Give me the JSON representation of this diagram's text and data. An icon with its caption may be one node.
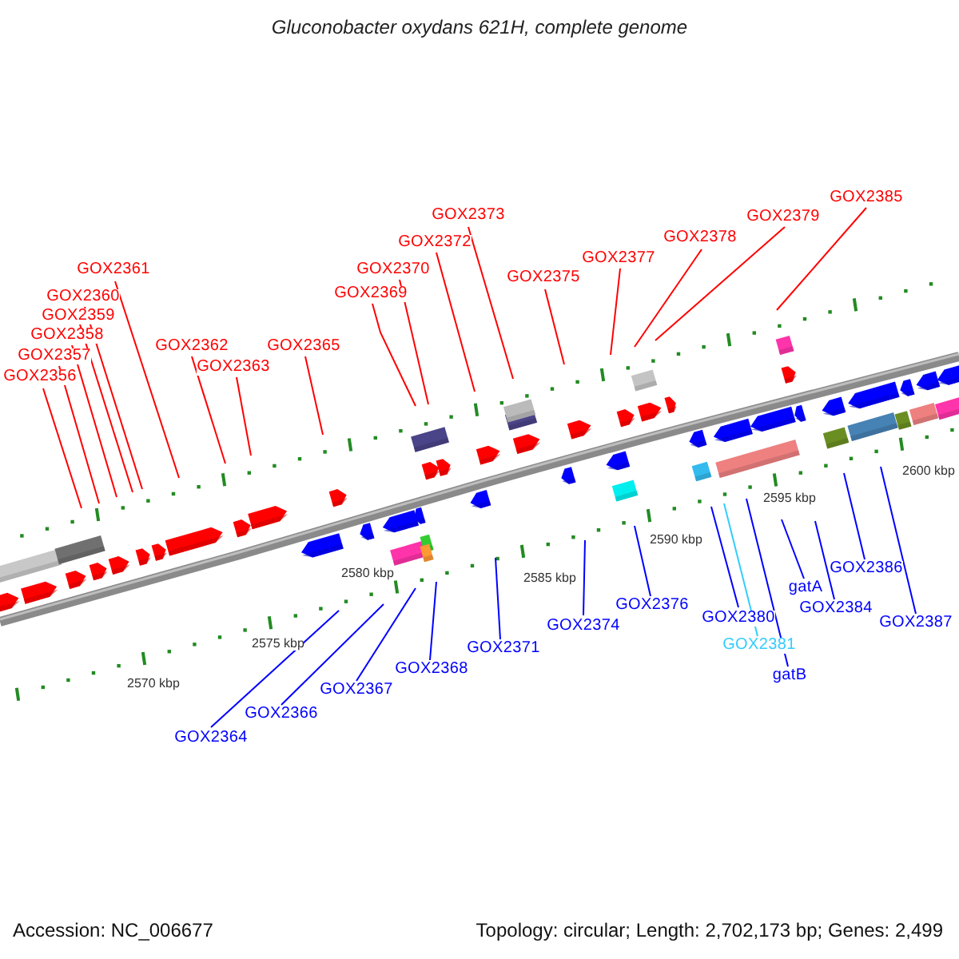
{
  "diagram": {
    "title": "Gluconobacter oxydans 621H, complete genome",
    "nodes": [
      {
        "text": [
          "GOX2356"
        ]
      },
      {
        "text": [
          "GOX2357"
        ]
      },
      {
        "text": [
          "GOX2358"
        ]
      },
      {
        "text": [
          "GOX2359"
        ]
      },
      {
        "text": [
          "GOX2360"
        ]
      },
      {
        "text": [
          "GOX2361"
        ]
      },
      {
        "text": [
          "GOX2362"
        ]
      },
      {
        "text": [
          "GOX2363"
        ]
      },
      {
        "text": [
          "GOX2364"
        ]
      },
      {
        "text": [
          "GOX2365"
        ]
      },
      {
        "text": [
          "GOX2366"
        ]
      },
      {
        "text": [
          "GOX2367"
        ]
      },
      {
        "text": [
          "GOX2368"
        ]
      },
      {
        "text": [
          "GOX2369"
        ]
      },
      {
        "text": [
          "GOX2370"
        ]
      },
      {
        "text": [
          "GOX2371"
        ]
      },
      {
        "text": [
          "GOX2372"
        ]
      },
      {
        "text": [
          "GOX2373"
        ]
      },
      {
        "text": [
          "GOX2374"
        ]
      },
      {
        "text": [
          "GOX2375"
        ]
      },
      {
        "text": [
          "GOX2376"
        ]
      },
      {
        "text": [
          "GOX2377"
        ]
      },
      {
        "text": [
          "GOX2378"
        ]
      },
      {
        "text": [
          "GOX2379"
        ]
      },
      {
        "text": [
          "GOX2380"
        ]
      },
      {
        "text": [
          "GOX2381"
        ]
      },
      {
        "text": [
          "gatB"
        ]
      },
      {
        "text": [
          "gatA"
        ]
      },
      {
        "text": [
          "GOX2384"
        ]
      },
      {
        "text": [
          "GOX2385"
        ]
      },
      {
        "text": [
          "GOX2386"
        ]
      },
      {
        "text": [
          "GOX2387"
        ]
      }
    ],
    "edges": [
      {
        "from": 0,
        "to": null,
        "arrow": "none"
      },
      {
        "from": 1,
        "to": null,
        "arrow": "none"
      },
      {
        "from": 2,
        "to": null,
        "arrow": "none"
      },
      {
        "from": 3,
        "to": null,
        "arrow": "none"
      },
      {
        "from": 4,
        "to": null,
        "arrow": "none"
      },
      {
        "from": 5,
        "to": null,
        "arrow": "none"
      },
      {
        "from": 6,
        "to": null,
        "arrow": "none"
      },
      {
        "from": 7,
        "to": null,
        "arrow": "none"
      },
      {
        "from": 8,
        "to": null,
        "arrow": "none",
        "color": "#0000ff"
      },
      {
        "from": 9,
        "to": null,
        "arrow": "none"
      },
      {
        "from": 10,
        "to": null,
        "arrow": "none",
        "color": "#0000ff"
      },
      {
        "from": 11,
        "to": null,
        "arrow": "none",
        "color": "#0000ff"
      },
      {
        "from": 12,
        "to": null,
        "arrow": "none",
        "color": "#0000ff"
      },
      {
        "from": 13,
        "to": null,
        "arrow": "none"
      },
      {
        "from": 14,
        "to": null,
        "arrow": "none"
      },
      {
        "from": 15,
        "to": null,
        "arrow": "none",
        "color": "#0000ff"
      },
      {
        "from": 16,
        "to": null,
        "arrow": "none"
      },
      {
        "from": 17,
        "to": null,
        "arrow": "none"
      },
      {
        "from": 18,
        "to": null,
        "arrow": "none",
        "color": "#0000ff"
      },
      {
        "from": 19,
        "to": null,
        "arrow": "none"
      },
      {
        "from": 20,
        "to": null,
        "arrow": "none",
        "color": "#0000ff"
      },
      {
        "from": 21,
        "to": null,
        "arrow": "none"
      },
      {
        "from": 22,
        "to": null,
        "arrow": "none"
      },
      {
        "from": 23,
        "to": null,
        "arrow": "none"
      },
      {
        "from": 24,
        "to": null,
        "arrow": "none",
        "color": "#0000ff"
      },
      {
        "from": 25,
        "to": null,
        "arrow": "none",
        "color": "#33ccff"
      },
      {
        "from": 26,
        "to": null,
        "arrow": "none",
        "color": "#0000ff"
      },
      {
        "from": 27,
        "to": null,
        "arrow": "none",
        "color": "#0000ff"
      },
      {
        "from": 28,
        "to": null,
        "arrow": "none",
        "color": "#0000ff"
      },
      {
        "from": 29,
        "to": null,
        "arrow": "none"
      },
      {
        "from": 30,
        "to": null,
        "arrow": "none",
        "color": "#0000ff"
      },
      {
        "from": 31,
        "to": null,
        "arrow": "none",
        "color": "#0000ff"
      }
    ],
    "labels": [
      "2600 kbp",
      "2595 kbp",
      "2590 kbp",
      "2585 kbp",
      "2580 kbp",
      "2575 kbp",
      "2570 kbp",
      "Accession: NC_006677",
      "Topology: circular; Length: 2,702,173 bp; Genes: 2,499"
    ]
  }
}
